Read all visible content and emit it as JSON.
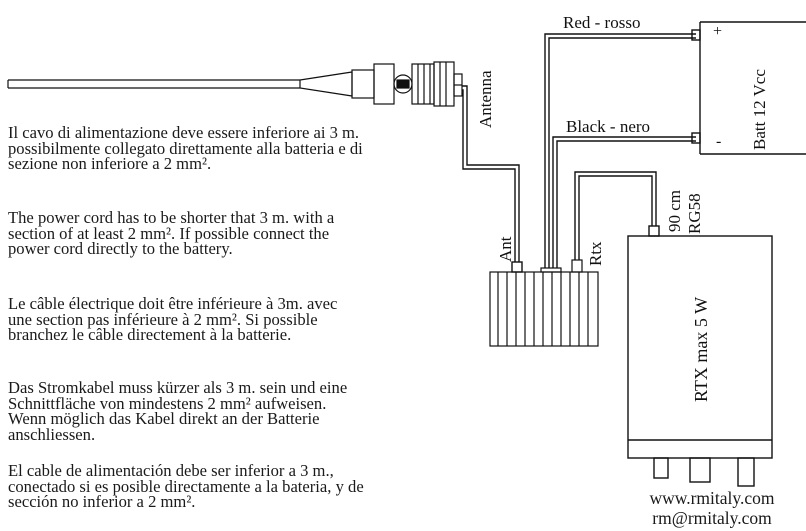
{
  "labels": {
    "red_wire": "Red - rosso",
    "black_wire": "Black - nero",
    "battery": "Batt 12 Vcc",
    "plus": "+",
    "minus": "-",
    "antenna": "Antenna",
    "ant": "Ant",
    "rtx": "Rtx",
    "cable_length": "90 cm",
    "cable_type": "RG58",
    "radio": "RTX max 5 W"
  },
  "paragraphs": [
    "Il cavo di alimentazione deve essere inferiore ai 3 m.\npossibilmente collegato direttamente alla batteria e di\nsezione non inferiore a 2 mm².",
    "The power cord has to be shorter that 3 m. with a\nsection of at least 2 mm². If possible connect the\npower cord directly to the battery.",
    "Le câble électrique doit être inférieure à 3m. avec\nune section pas inférieure à 2 mm². Si possible\nbranchez le câble directement à la batterie.",
    "Das Stromkabel muss kürzer als 3 m. sein und eine\nSchnittfläche von mindestens 2 mm² aufweisen.\nWenn möglich das Kabel direkt an der Batterie\nanschliessen.",
    "El cable de alimentación debe ser inferior a 3 m.,\nconectado si es posible directamente a la bateria, y de\nsección no inferior a 2 mm²."
  ],
  "footer": {
    "website": "www.rmitaly.com",
    "email": "rm@rmitaly.com"
  }
}
